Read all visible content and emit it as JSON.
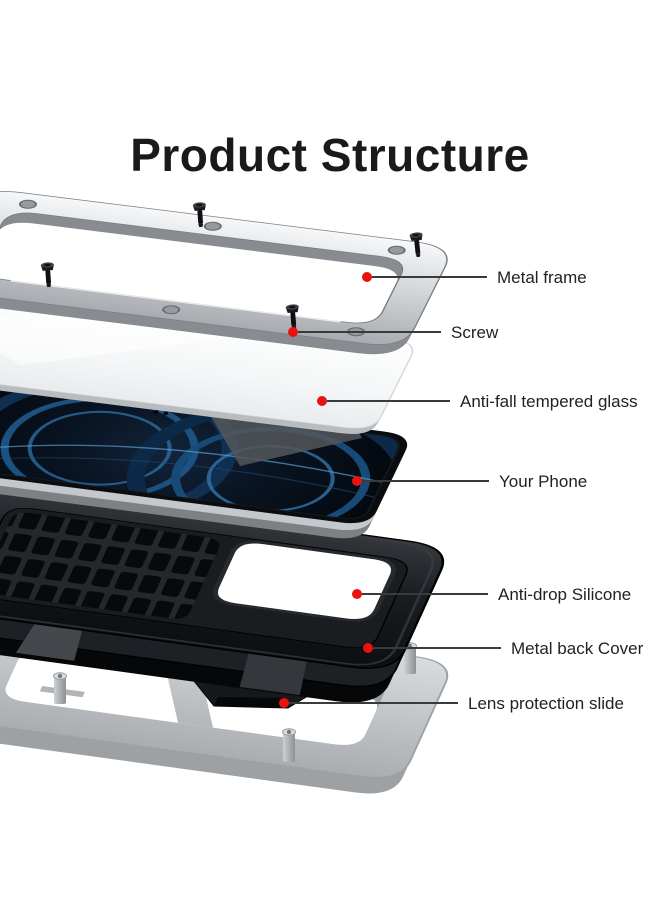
{
  "title": "Product Structure",
  "colors": {
    "background": "#ffffff",
    "accent_red": "#e8120f",
    "leader_line": "#3a3a3a",
    "title_text": "#1a1a1a",
    "label_text": "#222222"
  },
  "callouts": [
    {
      "id": "metal-frame",
      "label": "Metal frame"
    },
    {
      "id": "screw",
      "label": "Screw"
    },
    {
      "id": "tempered-glass",
      "label": "Anti-fall tempered glass"
    },
    {
      "id": "your-phone",
      "label": "Your Phone"
    },
    {
      "id": "anti-drop-silicone",
      "label": "Anti-drop Silicone"
    },
    {
      "id": "metal-back-cover",
      "label": "Metal back Cover"
    },
    {
      "id": "lens-protection-slide",
      "label": "Lens protection slide"
    }
  ]
}
